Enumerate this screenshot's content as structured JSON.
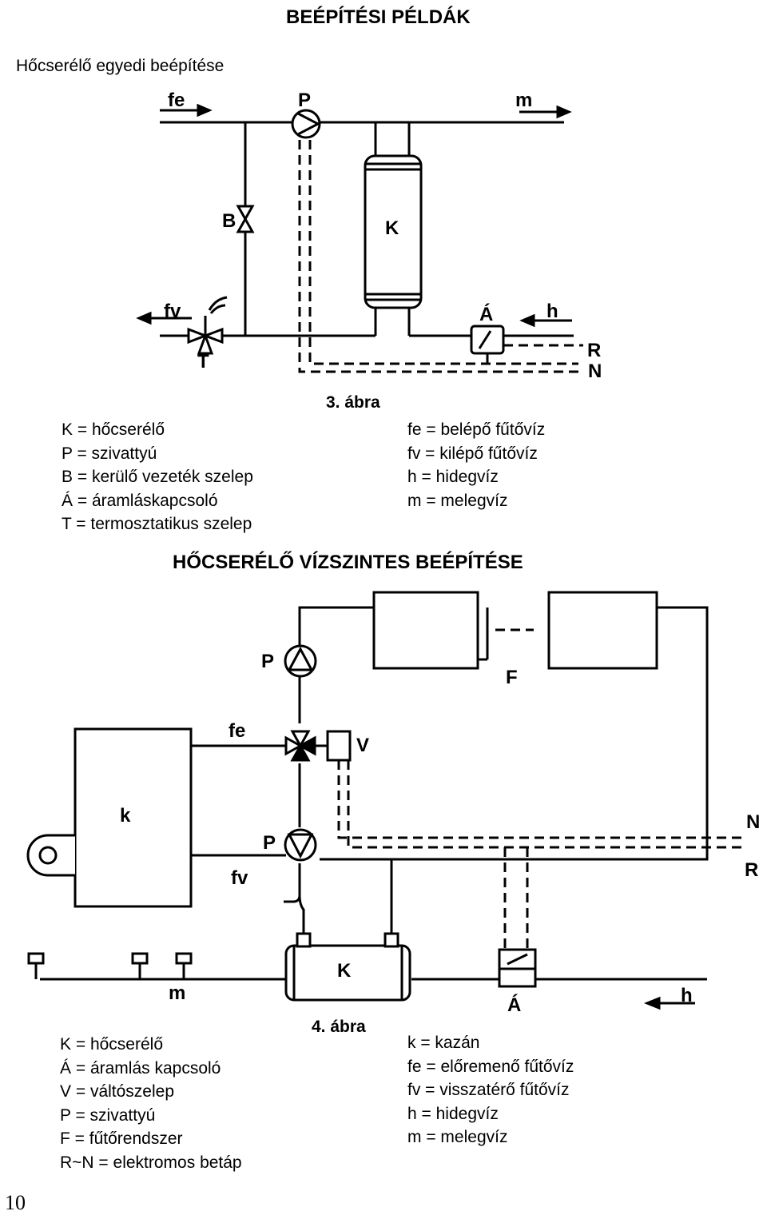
{
  "page": {
    "title": "BEÉPÍTÉSI PÉLDÁK",
    "subtitle": "Hőcserélő egyedi beépítése",
    "page_number": "10"
  },
  "figure3": {
    "caption": "3. ábra",
    "labels": {
      "fe": "fe",
      "P": "P",
      "m": "m",
      "B": "B",
      "K": "K",
      "fv": "fv",
      "A": "Á",
      "h": "h",
      "T": "T",
      "R": "R",
      "N": "N"
    },
    "legend_left": [
      "K = hőcserélő",
      "P = szivattyú",
      "B = kerülő vezeték szelep",
      "Á = áramláskapcsoló",
      "T = termosztatikus szelep"
    ],
    "legend_right": [
      "fe = belépő fűtővíz",
      "fv = kilépő fűtővíz",
      "h = hidegvíz",
      "m = melegvíz"
    ]
  },
  "section2": {
    "title": "HŐCSERÉLŐ VÍZSZINTES BEÉPÍTÉSE"
  },
  "figure4": {
    "caption": "4. ábra",
    "labels": {
      "P_top": "P",
      "F": "F",
      "fe": "fe",
      "V": "V",
      "k": "k",
      "P_bottom": "P",
      "N": "N",
      "fv": "fv",
      "R": "R",
      "K": "K",
      "m": "m",
      "A": "Á",
      "h": "h"
    },
    "legend_left": [
      "K = hőcserélő",
      "Á = áramlás kapcsoló",
      "V = váltószelep",
      "P = szivattyú",
      "F = fűtőrendszer",
      "R~N = elektromos betáp"
    ],
    "legend_right": [
      "k = kazán",
      "fe = előremenő fűtővíz",
      "fv = visszatérő fűtővíz",
      "h = hidegvíz",
      "m = melegvíz"
    ]
  }
}
